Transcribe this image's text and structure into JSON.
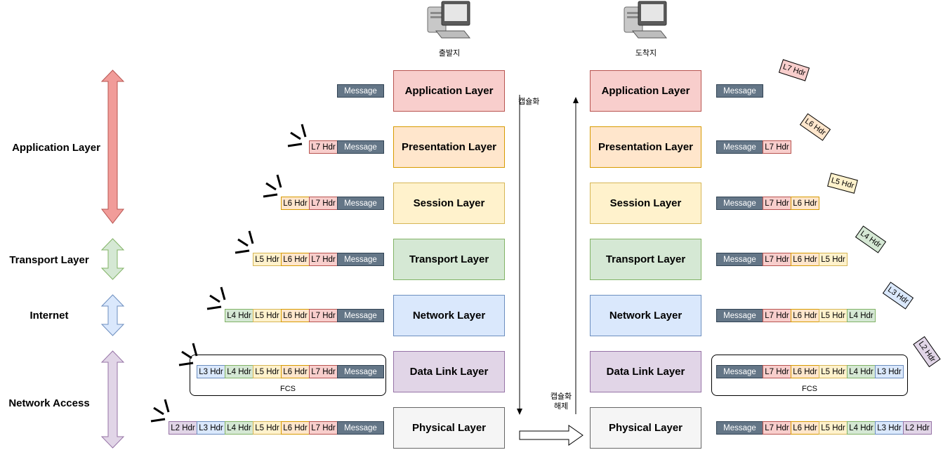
{
  "tcpip_layers": [
    "Application Layer",
    "Transport Layer",
    "Internet",
    "Network Access"
  ],
  "osi_layers": [
    "Application Layer",
    "Presentation Layer",
    "Session Layer",
    "Transport Layer",
    "Network Layer",
    "Data Link Layer",
    "Physical Layer"
  ],
  "source": {
    "label": "출발지"
  },
  "destination": {
    "label": "도착지"
  },
  "encapsulation_label": "캡슐화",
  "decapsulation_label": "캡슐화\n해제",
  "fcs_label": "FCS",
  "message_label": "Message",
  "headers": {
    "l7": "L7 Hdr",
    "l6": "L6 Hdr",
    "l5": "L5 Hdr",
    "l4": "L4 Hdr",
    "l3": "L3 Hdr",
    "l2": "L2 Hdr"
  },
  "colors": {
    "application": "#f8cecc",
    "presentation": "#ffe6cc",
    "session": "#fff2cc",
    "transport": "#d5e8d4",
    "network": "#dae8fc",
    "datalink": "#e1d5e7",
    "physical": "#f5f5f5",
    "message": "#647687"
  }
}
